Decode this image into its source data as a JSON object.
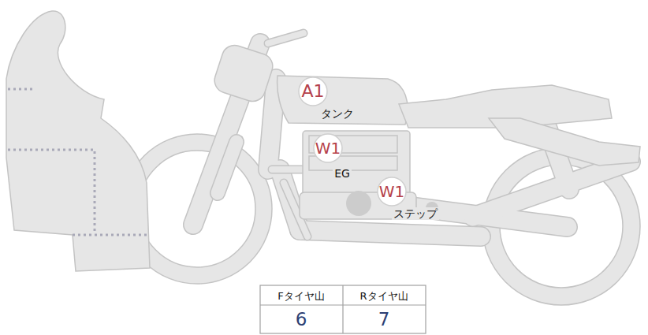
{
  "diagram": {
    "nodes": [
      {
        "text": [
          "A1",
          "タンク"
        ]
      },
      {
        "text": [
          "W1",
          "EG"
        ]
      },
      {
        "text": [
          "W1",
          "ステップ"
        ]
      }
    ],
    "labels": [
      "Fタイヤ山",
      "Rタイヤ山",
      "6",
      "7"
    ]
  }
}
